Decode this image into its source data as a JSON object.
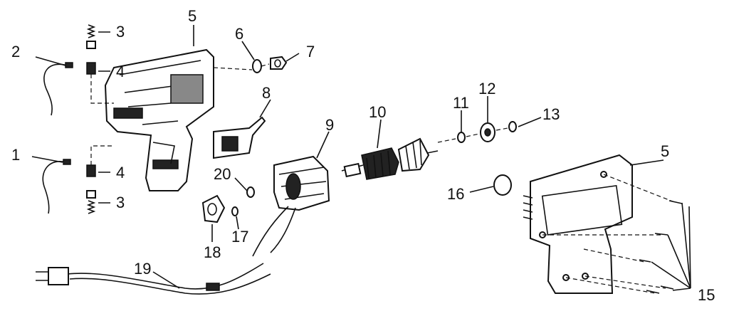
{
  "callouts": [
    {
      "id": "1",
      "text": "1"
    },
    {
      "id": "2",
      "text": "2"
    },
    {
      "id": "3a",
      "text": "3"
    },
    {
      "id": "3b",
      "text": "3"
    },
    {
      "id": "4a",
      "text": "4"
    },
    {
      "id": "4b",
      "text": "4"
    },
    {
      "id": "5a",
      "text": "5"
    },
    {
      "id": "5b",
      "text": "5"
    },
    {
      "id": "6",
      "text": "6"
    },
    {
      "id": "7",
      "text": "7"
    },
    {
      "id": "8",
      "text": "8"
    },
    {
      "id": "9",
      "text": "9"
    },
    {
      "id": "10",
      "text": "10"
    },
    {
      "id": "11",
      "text": "11"
    },
    {
      "id": "12",
      "text": "12"
    },
    {
      "id": "13",
      "text": "13"
    },
    {
      "id": "15",
      "text": "15"
    },
    {
      "id": "16",
      "text": "16"
    },
    {
      "id": "17",
      "text": "17"
    },
    {
      "id": "18",
      "text": "18"
    },
    {
      "id": "19",
      "text": "19"
    },
    {
      "id": "20",
      "text": "20"
    }
  ],
  "colors": {
    "ink": "#111111",
    "paper": "#ffffff"
  }
}
